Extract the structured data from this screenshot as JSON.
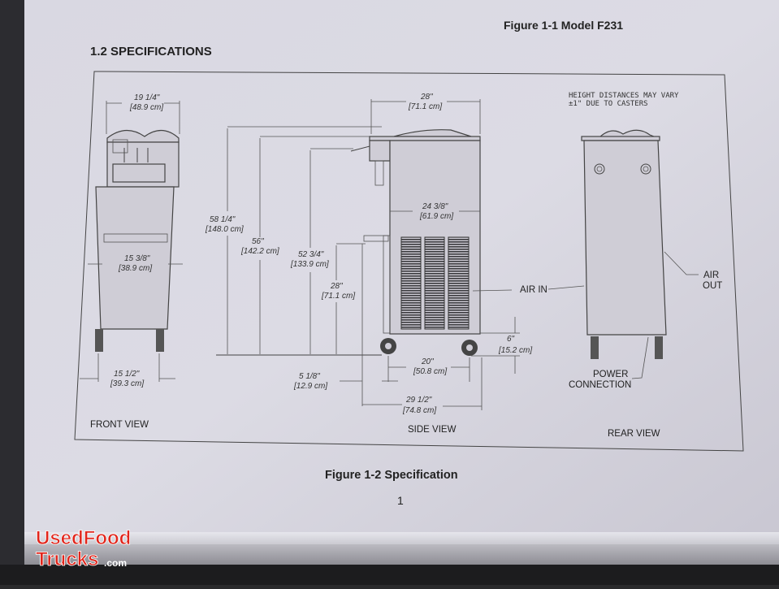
{
  "document": {
    "figure_top": "Figure 1-1 Model F231",
    "section_title": "1.2 SPECIFICATIONS",
    "figure_caption": "Figure 1-2 Specification",
    "page_number": "1"
  },
  "diagram": {
    "note_line1": "HEIGHT DISTANCES MAY VARY",
    "note_line2": "±1\" DUE TO CASTERS",
    "views": {
      "front": "FRONT VIEW",
      "side": "SIDE VIEW",
      "rear": "REAR VIEW"
    },
    "front_dims": [
      {
        "in": "19 1/4\"",
        "cm": "[48.9 cm]"
      },
      {
        "in": "15 3/8\"",
        "cm": "[38.9 cm]"
      },
      {
        "in": "15 1/2\"",
        "cm": "[39.3 cm]"
      }
    ],
    "height_dims": [
      {
        "in": "58 1/4\"",
        "cm": "[148.0 cm]"
      },
      {
        "in": "56\"",
        "cm": "[142.2 cm]"
      },
      {
        "in": "52 3/4\"",
        "cm": "[133.9 cm]"
      },
      {
        "in": "28\"",
        "cm": "[71.1 cm]"
      }
    ],
    "side_dims": [
      {
        "in": "28\"",
        "cm": "[71.1 cm]"
      },
      {
        "in": "24 3/8\"",
        "cm": "[61.9 cm]"
      },
      {
        "in": "6\"",
        "cm": "[15.2 cm]"
      },
      {
        "in": "20\"",
        "cm": "[50.8 cm]"
      },
      {
        "in": "5 1/8\"",
        "cm": "[12.9 cm]"
      },
      {
        "in": "29 1/2\"",
        "cm": "[74.8 cm]"
      }
    ],
    "callouts": {
      "air_in": "AIR IN",
      "air_out_1": "AIR",
      "air_out_2": "OUT",
      "power_1": "POWER",
      "power_2": "CONNECTION"
    }
  },
  "watermark": {
    "line1": "UsedFood",
    "line2": "Trucks",
    "suffix": ".com"
  }
}
